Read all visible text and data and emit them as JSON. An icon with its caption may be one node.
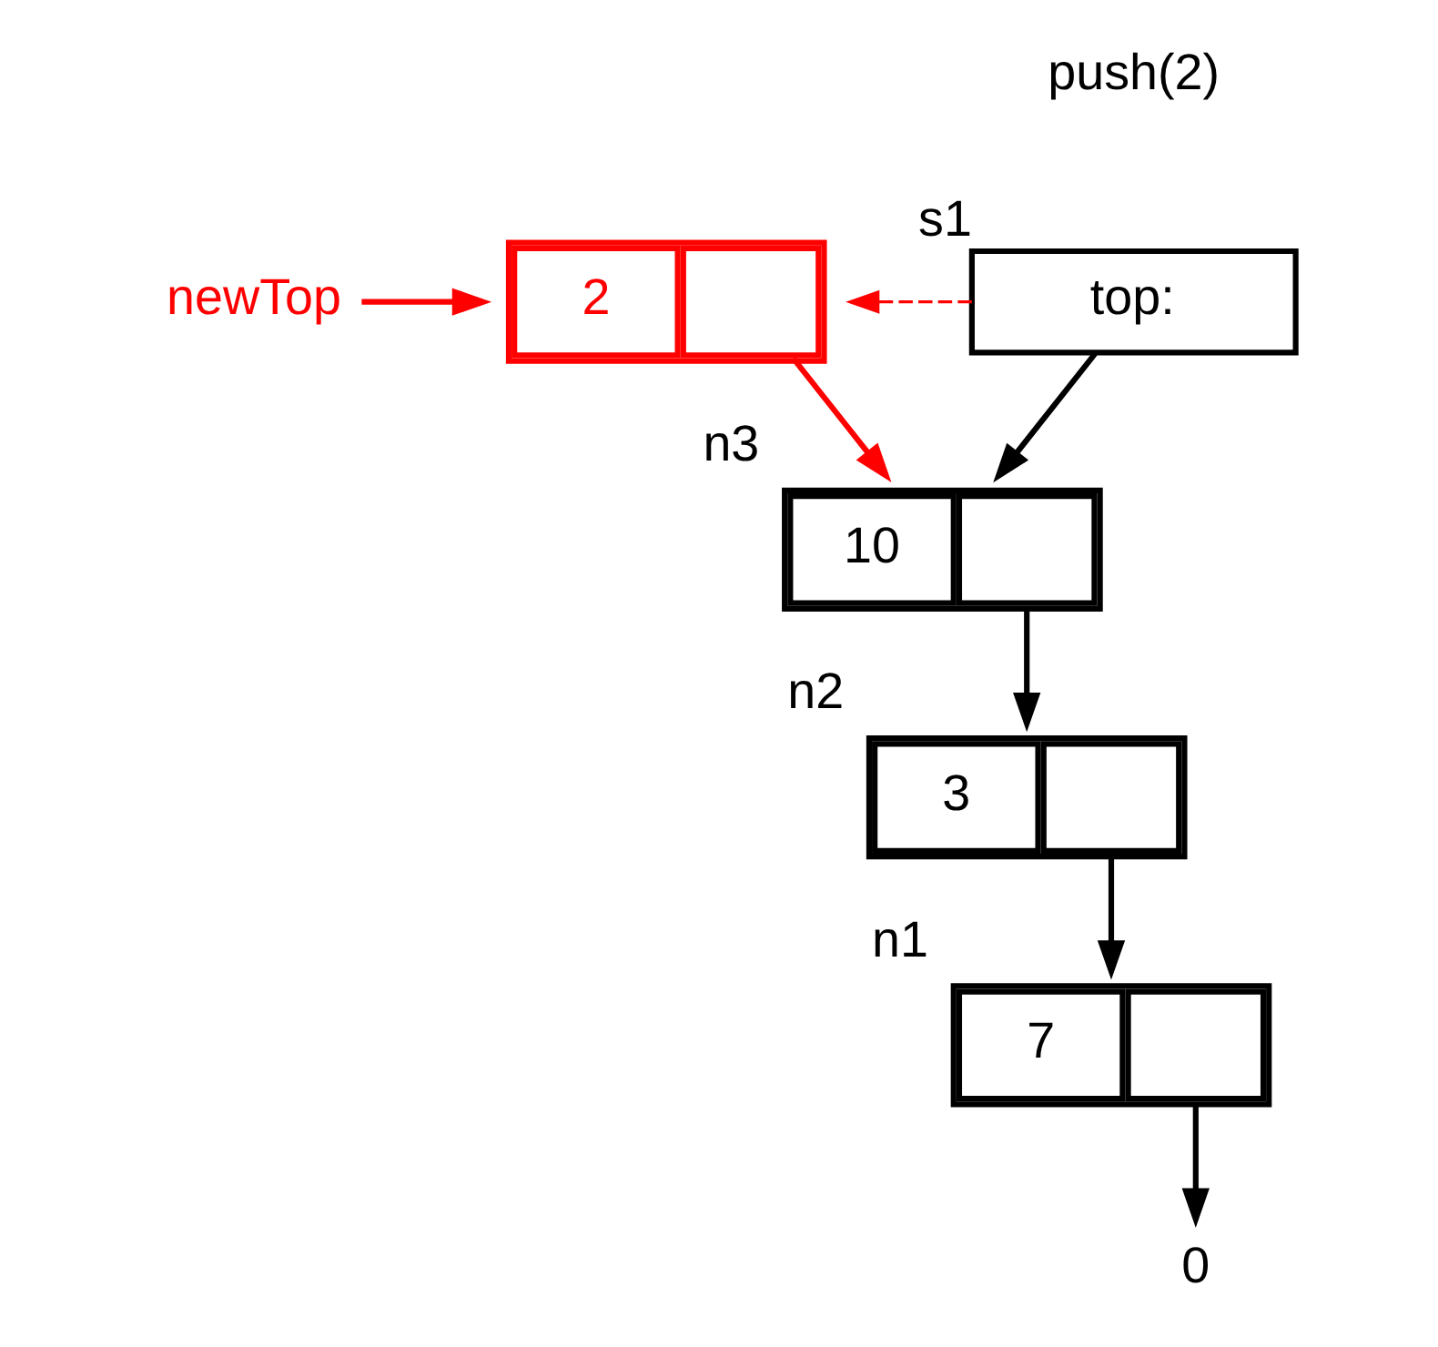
{
  "diagram": {
    "nodes": [
      {
        "text": [
          "top:"
        ],
        "beside": [
          "s1"
        ]
      },
      {
        "text": [
          "newTop"
        ]
      },
      {
        "text": [
          "2"
        ]
      },
      {
        "text": [
          "10"
        ],
        "beside": [
          "n3"
        ]
      },
      {
        "text": [
          "3"
        ],
        "beside": [
          "n2"
        ]
      },
      {
        "text": [
          "7"
        ],
        "beside": [
          "n1"
        ]
      },
      {
        "text": [
          "0"
        ]
      }
    ],
    "edges": [
      {
        "from": 1,
        "to": 2,
        "arrow": "to",
        "color": "#ff0000"
      },
      {
        "from": 0,
        "to": 2,
        "arrow": "to",
        "style": "dashed",
        "color": "#ff0000"
      },
      {
        "from": 0,
        "to": 3,
        "arrow": "to"
      },
      {
        "from": 2,
        "to": 3,
        "arrow": "to",
        "color": "#ff0000"
      },
      {
        "from": 3,
        "to": 4,
        "arrow": "to"
      },
      {
        "from": 4,
        "to": 5,
        "arrow": "to"
      },
      {
        "from": 5,
        "to": 6,
        "arrow": "to"
      }
    ],
    "labels": [
      "push(2)"
    ]
  }
}
